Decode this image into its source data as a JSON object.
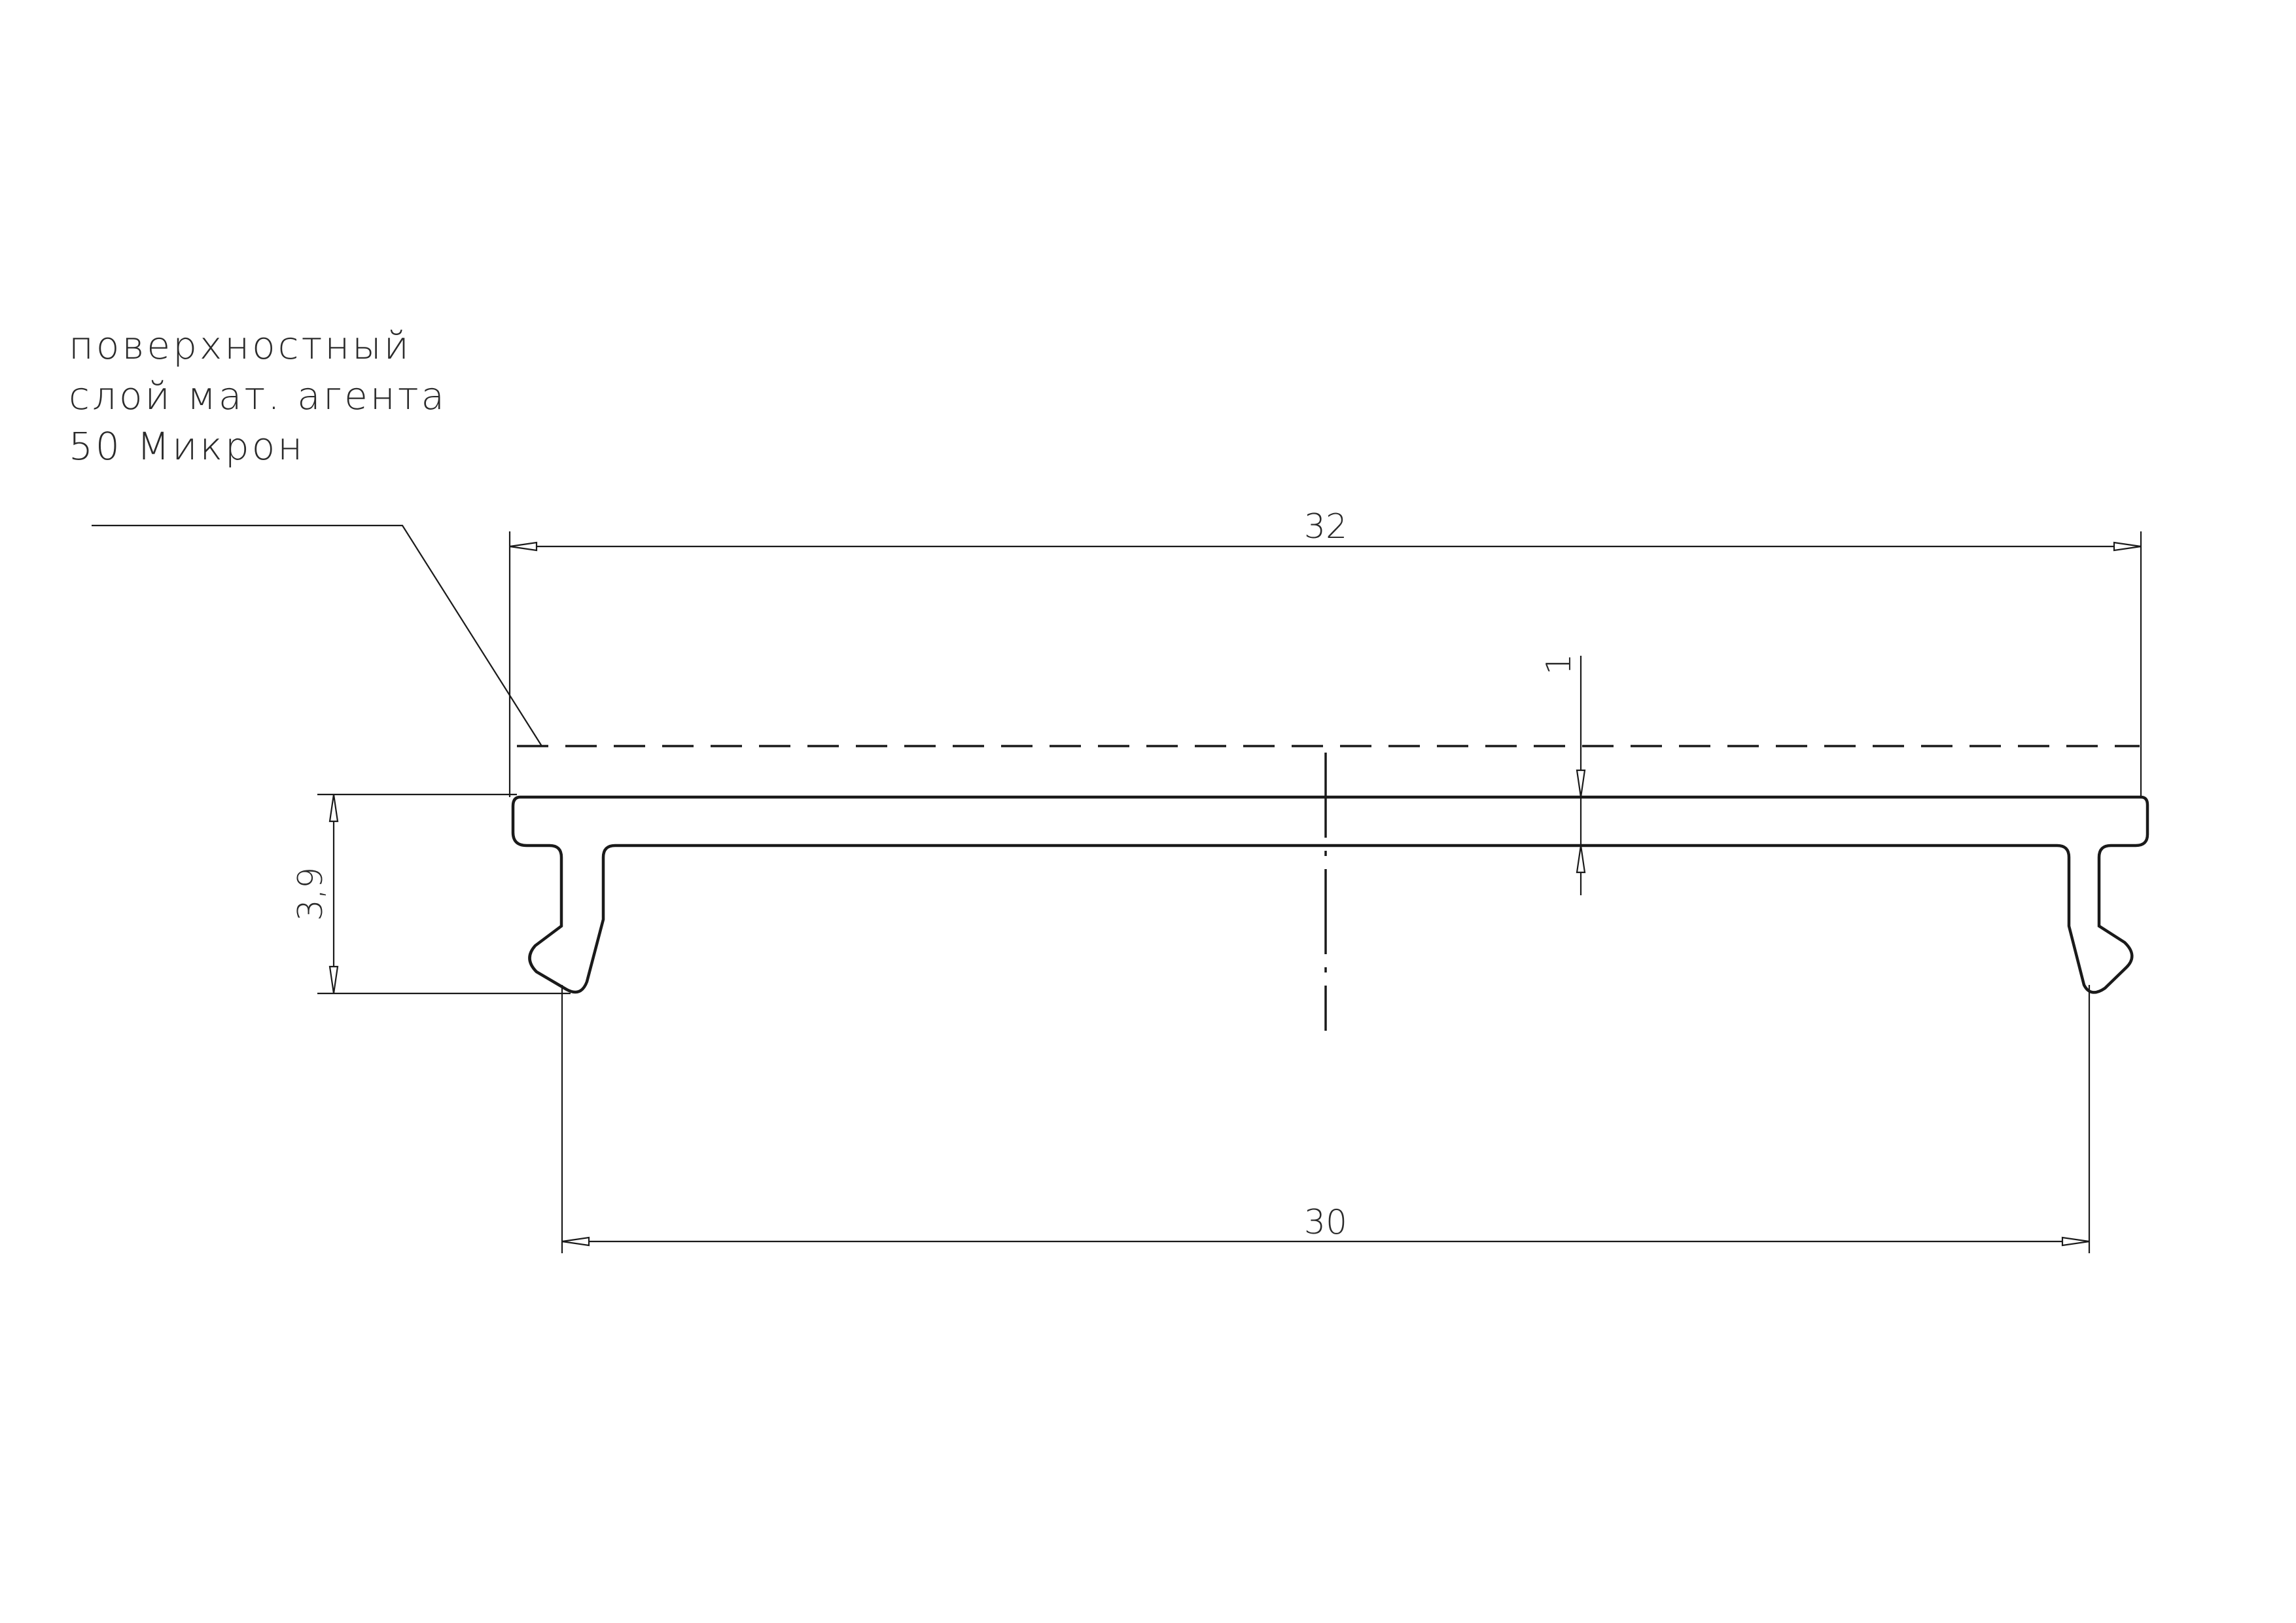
{
  "note": {
    "lines": [
      "поверхностный",
      "слой мат. агента",
      "50 Микрон"
    ]
  },
  "dimensions": {
    "overall_width": "32",
    "inner_width": "30",
    "height": "3,9",
    "layer_offset": "1"
  }
}
